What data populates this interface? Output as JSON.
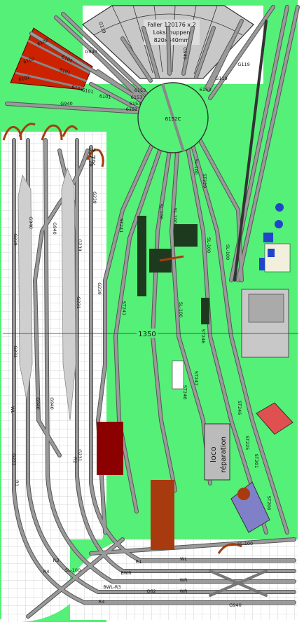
{
  "title": {
    "line1": "Faller 120176  x 2",
    "line2": "Lokschuppen",
    "line3": "820x340mm"
  },
  "dimension": "1350",
  "grade": "3,7%",
  "turntable": "6152C",
  "loco_label": {
    "line1": "loco",
    "line2": "réparation"
  },
  "colors": {
    "background": "#55f077",
    "track": "#9a9a9a",
    "track_edge": "#555555",
    "red_building": "#cc2200",
    "dark_red_building": "#8b0000",
    "brown_building": "#a83a10",
    "dark_block": "#1e3a1e",
    "grid_line": "#c8c8c8",
    "white": "#ffffff"
  },
  "track_labels": {
    "t6102a": "6102",
    "t6102b": "6102",
    "t6102c": "6102",
    "t6101a": "6101",
    "t6101b": "6101",
    "t6101c": "6101",
    "t6101d": "6101",
    "t6101e": "6101",
    "t6153a": "6153",
    "t6153b": "6153",
    "t6153c": "6153",
    "t6153d": "6153",
    "t6153e": "6153",
    "g940a": "G940",
    "g940b": "G940",
    "g940c": "G940",
    "g940d": "G940",
    "g940e": "G940",
    "g940f": "G940",
    "g940g": "G940",
    "g940h": "G940",
    "g119a": "G119",
    "g119b": "G119",
    "g119c": "G119",
    "g239a": "G239",
    "g239b": "G239",
    "g239c": "G239",
    "g239d": "G239",
    "g231a": "G231",
    "g231b": "G231",
    "g231c": "G231",
    "g231d": "G231",
    "g62": "G62",
    "sl100a": "SL-100",
    "sl100b": "SL-100",
    "sl100c": "SL-100",
    "sl100d": "SL-100",
    "sl100e": "SL-100",
    "sl100f": "SL-100",
    "sl100g": "SL-100",
    "sl100h": "SL-100",
    "st241a": "ST241",
    "st241b": "ST241",
    "st246a": "ST246",
    "st246b": "ST246",
    "st246c": "ST246",
    "st225": "ST225",
    "st201": "ST201",
    "st200": "ST200",
    "st229": "ST229",
    "st247": "ST247",
    "wl1": "WL",
    "wl2": "WL",
    "wr1": "WR",
    "wr2": "WR",
    "bwr": "BWR",
    "bwlr3": "BWL-R3",
    "r1": "R1",
    "r1b": "R1",
    "r2": "R2",
    "r3": "R3",
    "r4": "R4",
    "r4b": "R4"
  }
}
